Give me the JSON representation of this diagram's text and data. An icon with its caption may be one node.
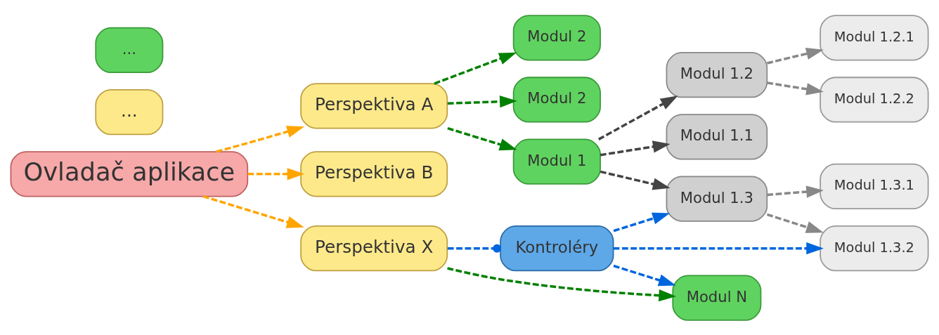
{
  "diagram": {
    "nodes": [
      {
        "text": [
          "Ovladač aplikace"
        ]
      },
      {
        "text": [
          "Perspektiva A"
        ]
      },
      {
        "text": [
          "Perspektiva B"
        ]
      },
      {
        "text": [
          "..."
        ]
      },
      {
        "text": [
          "Perspektiva X"
        ]
      },
      {
        "text": [
          "Modul 1"
        ]
      },
      {
        "text": [
          "Modul 2"
        ]
      },
      {
        "text": [
          "Modul 2"
        ]
      },
      {
        "text": [
          "..."
        ]
      },
      {
        "text": [
          "Modul N"
        ]
      },
      {
        "text": [
          "Modul 1.1"
        ]
      },
      {
        "text": [
          "Modul 1.2"
        ]
      },
      {
        "text": [
          "Modul 1.3"
        ]
      },
      {
        "text": [
          "Modul 1.2.1"
        ]
      },
      {
        "text": [
          "Modul 1.2.2"
        ]
      },
      {
        "text": [
          "Modul 1.3.1"
        ]
      },
      {
        "text": [
          "Modul 1.3.2"
        ]
      },
      {
        "text": [
          "Kontroléry"
        ]
      }
    ],
    "edges": [
      {
        "from": 0,
        "to": 1,
        "arrow": "to",
        "style": "dashed",
        "color": "#ffa500"
      },
      {
        "from": 0,
        "to": 2,
        "arrow": "to",
        "style": "dashed",
        "color": "#ffa500"
      },
      {
        "from": 0,
        "to": 4,
        "arrow": "to",
        "style": "dashed",
        "color": "#ffa500"
      },
      {
        "from": 1,
        "to": 5,
        "arrow": "to",
        "style": "dashed",
        "color": "#008000"
      },
      {
        "from": 1,
        "to": 6,
        "arrow": "to",
        "style": "dashed",
        "color": "#008000"
      },
      {
        "from": 1,
        "to": 7,
        "arrow": "to",
        "style": "dashed",
        "color": "#008000"
      },
      {
        "from": 4,
        "to": 9,
        "arrow": "to",
        "style": "dashed",
        "color": "#008000"
      },
      {
        "from": 5,
        "to": 10,
        "arrow": "to",
        "style": "dashed",
        "color": "#444444"
      },
      {
        "from": 5,
        "to": 11,
        "arrow": "to",
        "style": "dashed",
        "color": "#444444"
      },
      {
        "from": 5,
        "to": 12,
        "arrow": "to",
        "style": "dashed",
        "color": "#444444"
      },
      {
        "from": 11,
        "to": 13,
        "arrow": "to",
        "style": "dashed",
        "color": "#888888"
      },
      {
        "from": 11,
        "to": 14,
        "arrow": "to",
        "style": "dashed",
        "color": "#888888"
      },
      {
        "from": 12,
        "to": 15,
        "arrow": "to",
        "style": "dashed",
        "color": "#888888"
      },
      {
        "from": 12,
        "to": 16,
        "arrow": "to",
        "style": "dashed",
        "color": "#888888"
      },
      {
        "from": 17,
        "to": 9,
        "arrow": "to",
        "style": "dashed",
        "color": "#0066dd"
      },
      {
        "from": 17,
        "to": 12,
        "arrow": "to",
        "style": "dashed",
        "color": "#0066dd"
      },
      {
        "from": 17,
        "to": 16,
        "arrow": "to",
        "style": "dashed",
        "color": "#0066dd"
      },
      {
        "from": 4,
        "to": 17,
        "arrow": "other",
        "style": "dashed",
        "color": "#0066dd"
      }
    ]
  }
}
